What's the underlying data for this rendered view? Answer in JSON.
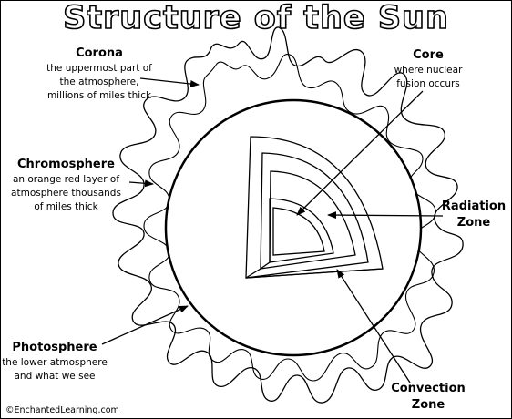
{
  "title": "Structure of the Sun",
  "labels": {
    "corona": {
      "name": "Corona",
      "desc1": "the uppermost part of",
      "desc2": "the atmosphere,",
      "desc3": "millions of miles thick"
    },
    "core": {
      "name": "Core",
      "desc1": "where nuclear",
      "desc2": "fusion occurs"
    },
    "chromosphere": {
      "name": "Chromosphere",
      "desc1": "an orange red layer of",
      "desc2": "atmosphere thousands",
      "desc3": "of miles thick"
    },
    "radiation": {
      "name1": "Radiation",
      "name2": "Zone"
    },
    "photosphere": {
      "name": "Photosphere",
      "desc1": "the lower atmosphere",
      "desc2": "and what we see"
    },
    "convection": {
      "name1": "Convection",
      "name2": "Zone"
    }
  },
  "copyright": "©EnchantedLearning.com"
}
